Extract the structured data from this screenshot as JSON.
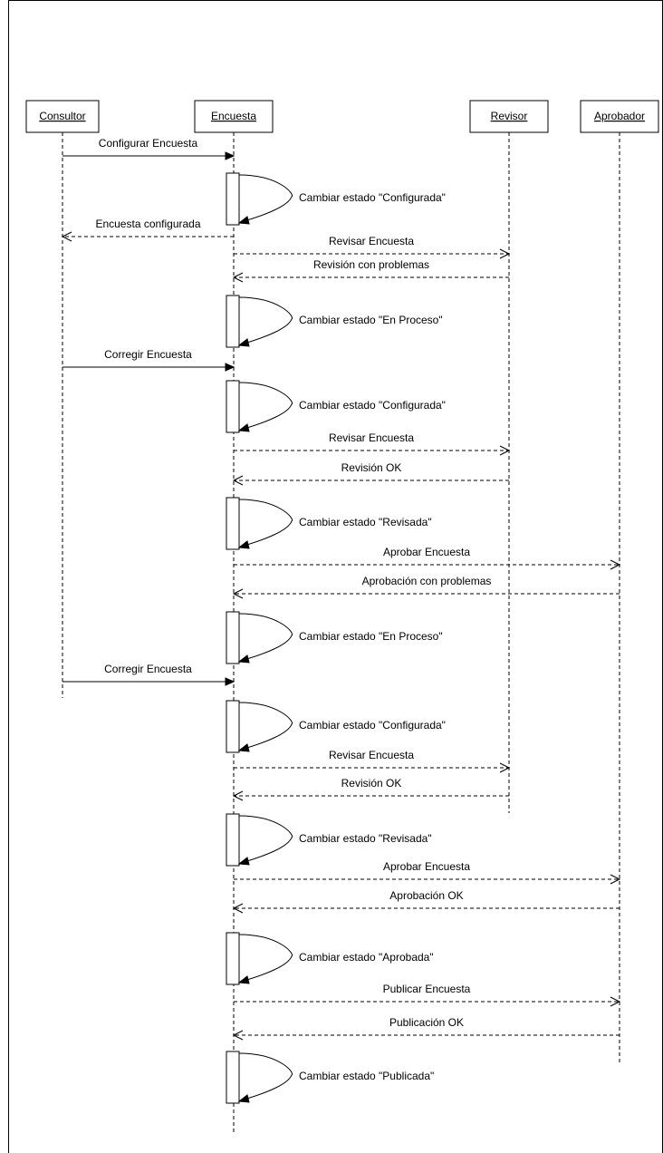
{
  "actors": [
    {
      "id": "consultor",
      "label": "Consultor"
    },
    {
      "id": "encuesta",
      "label": "Encuesta"
    },
    {
      "id": "revisor",
      "label": "Revisor"
    },
    {
      "id": "aprobador",
      "label": "Aprobador"
    }
  ],
  "steps": [
    {
      "kind": "msg",
      "from": "consultor",
      "to": "encuesta",
      "label": "Configurar Encuesta",
      "style": "solid"
    },
    {
      "kind": "self",
      "actor": "encuesta",
      "label": "Cambiar estado \"Configurada\""
    },
    {
      "kind": "msg",
      "from": "encuesta",
      "to": "consultor",
      "label": "Encuesta configurada",
      "style": "dashed"
    },
    {
      "kind": "msg",
      "from": "encuesta",
      "to": "revisor",
      "label": "Revisar Encuesta",
      "style": "dashed"
    },
    {
      "kind": "msg",
      "from": "revisor",
      "to": "encuesta",
      "label": "Revisión con problemas",
      "style": "dashed"
    },
    {
      "kind": "self",
      "actor": "encuesta",
      "label": "Cambiar estado \"En Proceso\""
    },
    {
      "kind": "msg",
      "from": "consultor",
      "to": "encuesta",
      "label": "Corregir Encuesta",
      "style": "solid"
    },
    {
      "kind": "self",
      "actor": "encuesta",
      "label": "Cambiar estado \"Configurada\""
    },
    {
      "kind": "msg",
      "from": "encuesta",
      "to": "revisor",
      "label": "Revisar Encuesta",
      "style": "dashed"
    },
    {
      "kind": "msg",
      "from": "revisor",
      "to": "encuesta",
      "label": "Revisión OK",
      "style": "dashed"
    },
    {
      "kind": "self",
      "actor": "encuesta",
      "label": "Cambiar estado \"Revisada\""
    },
    {
      "kind": "msg",
      "from": "encuesta",
      "to": "aprobador",
      "label": "Aprobar Encuesta",
      "style": "dashed"
    },
    {
      "kind": "msg",
      "from": "aprobador",
      "to": "encuesta",
      "label": "Aprobación con problemas",
      "style": "dashed"
    },
    {
      "kind": "self",
      "actor": "encuesta",
      "label": "Cambiar estado \"En Proceso\""
    },
    {
      "kind": "msg",
      "from": "consultor",
      "to": "encuesta",
      "label": "Corregir Encuesta",
      "style": "solid"
    },
    {
      "kind": "self",
      "actor": "encuesta",
      "label": "Cambiar estado \"Configurada\""
    },
    {
      "kind": "msg",
      "from": "encuesta",
      "to": "revisor",
      "label": "Revisar Encuesta",
      "style": "dashed"
    },
    {
      "kind": "msg",
      "from": "revisor",
      "to": "encuesta",
      "label": "Revisión OK",
      "style": "dashed"
    },
    {
      "kind": "self",
      "actor": "encuesta",
      "label": "Cambiar estado \"Revisada\""
    },
    {
      "kind": "msg",
      "from": "encuesta",
      "to": "aprobador",
      "label": "Aprobar Encuesta",
      "style": "dashed"
    },
    {
      "kind": "msg",
      "from": "aprobador",
      "to": "encuesta",
      "label": "Aprobación OK",
      "style": "dashed"
    },
    {
      "kind": "self",
      "actor": "encuesta",
      "label": "Cambiar estado \"Aprobada\""
    },
    {
      "kind": "msg",
      "from": "encuesta",
      "to": "aprobador",
      "label": "Publicar Encuesta",
      "style": "dashed"
    },
    {
      "kind": "msg",
      "from": "aprobador",
      "to": "encuesta",
      "label": "Publicación OK",
      "style": "dashed"
    },
    {
      "kind": "self",
      "actor": "encuesta",
      "label": "Cambiar estado \"Publicada\""
    }
  ]
}
